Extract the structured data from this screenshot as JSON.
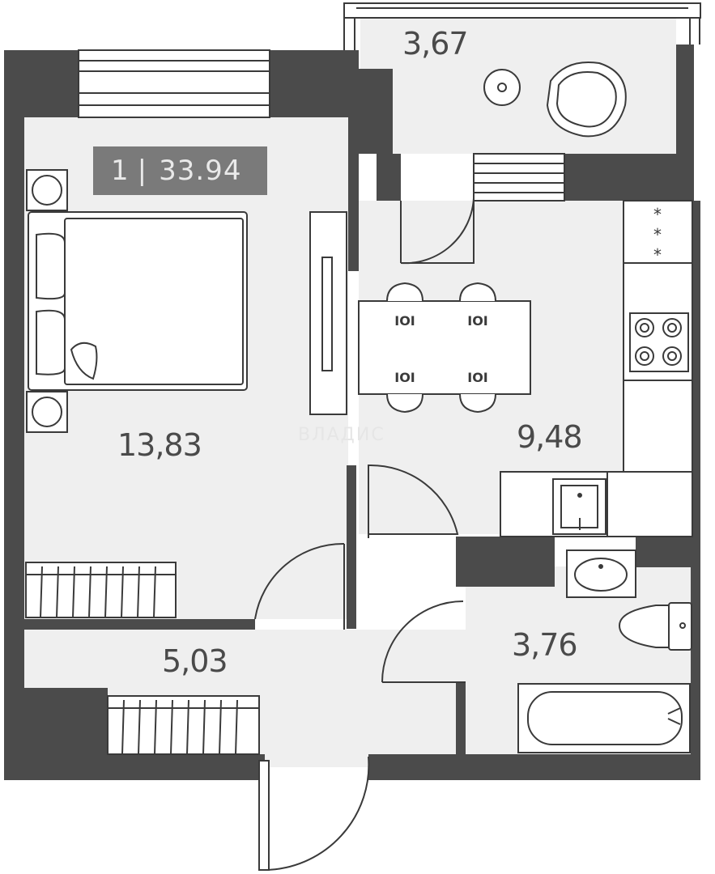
{
  "colors": {
    "wall": "#4b4b4b",
    "floor": "#efefef",
    "line": "#3a3a3a",
    "badge": "#7a7a7a",
    "label": "#4a4a4a"
  },
  "summary": {
    "rooms": "1",
    "separator": "|",
    "total_area": "33.94"
  },
  "rooms": {
    "balcony": "3,67",
    "bedroom": "13,83",
    "kitchen": "9,48",
    "hallway": "5,03",
    "bathroom": "3,76"
  },
  "watermark": "ВЛАДИС"
}
